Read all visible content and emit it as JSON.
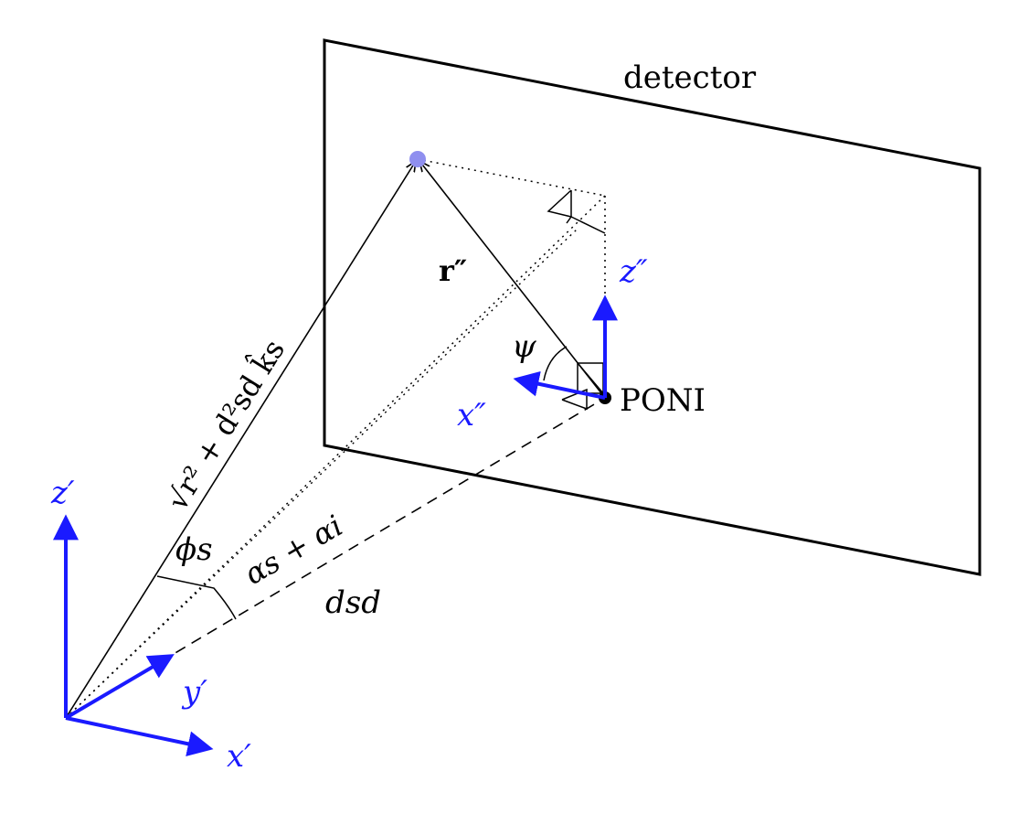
{
  "colors": {
    "axis": "#1a1aff",
    "line": "#000000",
    "spot": "#8f8fef",
    "background": "#ffffff"
  },
  "labels": {
    "detector": "detector",
    "poni": "PONI",
    "r_vec": "r″",
    "psi": "ψ",
    "phi_s": "ϕs",
    "alpha": "αs + αi",
    "d_sd": "dsd",
    "k_vec": "√r² + d²sd k̂s",
    "x_prime": "x′",
    "y_prime": "y′",
    "z_prime": "z′",
    "x_dprime": "x″",
    "z_dprime": "z″"
  }
}
